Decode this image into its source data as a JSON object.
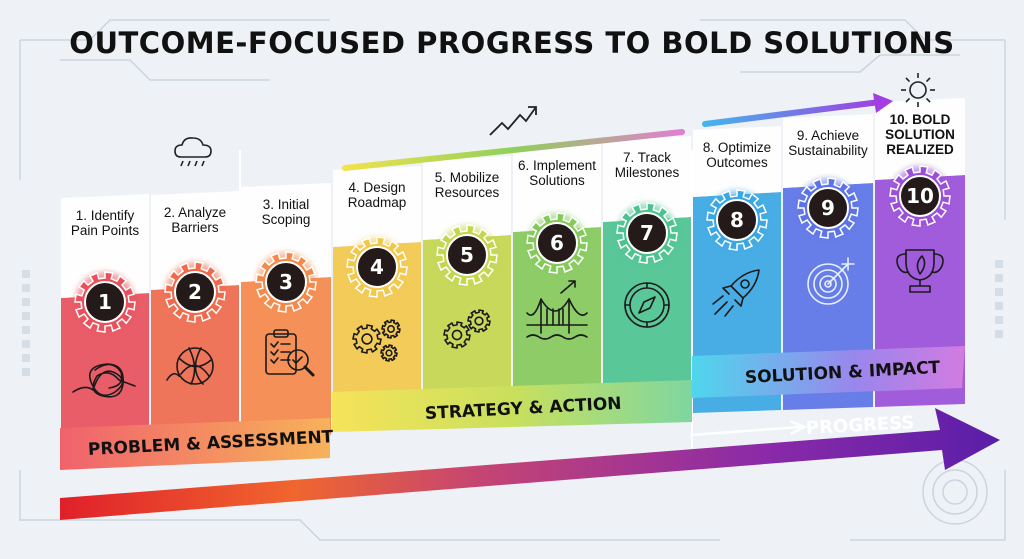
{
  "title": "OUTCOME-FOCUSED PROGRESS TO BOLD SOLUTIONS",
  "steps": [
    {
      "num": "1",
      "lines": [
        "1. Identify",
        "Pain Points"
      ],
      "icon": "tangled-scribble-icon"
    },
    {
      "num": "2",
      "lines": [
        "2. Analyze",
        "Barriers"
      ],
      "icon": "tangled-ball-icon"
    },
    {
      "num": "3",
      "lines": [
        "3. Initial",
        "Scoping"
      ],
      "icon": "clipboard-magnifier-icon"
    },
    {
      "num": "4",
      "lines": [
        "4. Design",
        "Roadmap"
      ],
      "icon": "gears-icon"
    },
    {
      "num": "5",
      "lines": [
        "5. Mobilize",
        "Resources"
      ],
      "icon": "gears-icon"
    },
    {
      "num": "6",
      "lines": [
        "6. Implement",
        "Solutions"
      ],
      "icon": "bridge-icon"
    },
    {
      "num": "7",
      "lines": [
        "7. Track",
        "Milestones"
      ],
      "icon": "compass-icon"
    },
    {
      "num": "8",
      "lines": [
        "8. Optimize",
        "Outcomes"
      ],
      "icon": "rocket-icon"
    },
    {
      "num": "9",
      "lines": [
        "9. Achieve",
        "Sustainability"
      ],
      "icon": "target-icon"
    },
    {
      "num": "10",
      "lines": [
        "10. BOLD",
        "SOLUTION",
        "REALIZED"
      ],
      "icon": "trophy-icon"
    }
  ],
  "phases": {
    "problem": "PROBLEM & ASSESSMENT",
    "strategy": "STRATEGY & ACTION",
    "solution": "SOLUTION & IMPACT"
  },
  "progress_label": "PROGRESS",
  "colors": {
    "step1": "#e8505b",
    "step2": "#ef6a4c",
    "step3": "#f5894a",
    "step4": "#f2c84b",
    "step5": "#c3d64d",
    "step6": "#84c95a",
    "step7": "#4cc38f",
    "step8": "#3aa7e3",
    "step9": "#5b73e6",
    "step10": "#9a4fd8"
  },
  "decor_icons": [
    "rain-cloud-icon",
    "trend-arrow-icon",
    "sun-icon"
  ]
}
